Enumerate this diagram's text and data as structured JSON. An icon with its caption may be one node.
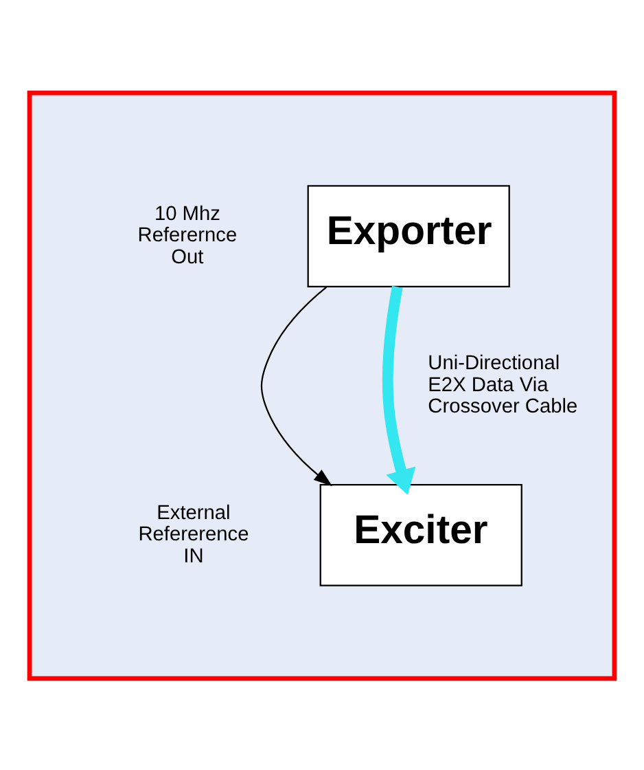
{
  "diagram": {
    "nodes": [
      {
        "text": [],
        "shape": "box"
      },
      {
        "text": [
          "Exporter"
        ],
        "in": 0
      },
      {
        "text": [
          "Exciter"
        ],
        "in": 0
      }
    ],
    "edges": [
      {
        "from": 1,
        "to": 2,
        "arrow": "to"
      },
      {
        "from": 1,
        "to": 2,
        "arrow": "to",
        "label": "Uni-Directional E2X Data Via Crossover Cable",
        "style": "thick",
        "color": "#33e6f0"
      }
    ],
    "labels": [
      "10 Mhz Referernce Out",
      "External Refererence IN"
    ]
  }
}
